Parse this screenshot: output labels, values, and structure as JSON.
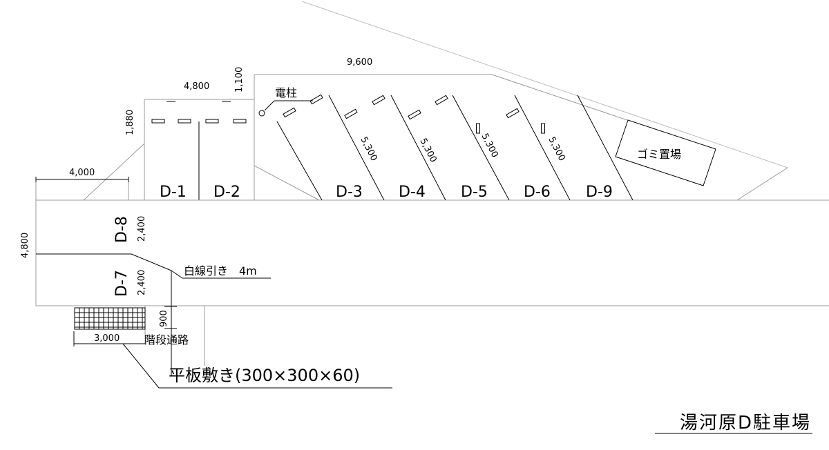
{
  "title": "湯河原D駐車場",
  "spaces": {
    "d1": "D-1",
    "d2": "D-2",
    "d3": "D-3",
    "d4": "D-4",
    "d5": "D-5",
    "d6": "D-6",
    "d9": "D-9",
    "d8": "D-8",
    "d7": "D-7"
  },
  "dimensions": {
    "top_width": "9,600",
    "d1d2_width": "4,800",
    "gap_1100": "1,100",
    "d1d2_depth": "1,880",
    "slant_d3": "5,300",
    "slant_d4": "5,300",
    "slant_d5": "5,300",
    "slant_d6": "5,300",
    "left_width": "4,000",
    "left_height": "4,800",
    "d8_width": "2,400",
    "d7_width": "2,400",
    "step_900": "900",
    "paving_width": "3,000"
  },
  "labels": {
    "pole": "電柱",
    "garbage": "ゴミ置場",
    "white_line": "白線引き　4m",
    "stair_path": "階段通路",
    "paving": "平板敷き(300×300×60)"
  },
  "colors": {
    "ink": "#000000",
    "grey_line": "#9a9a9a"
  }
}
